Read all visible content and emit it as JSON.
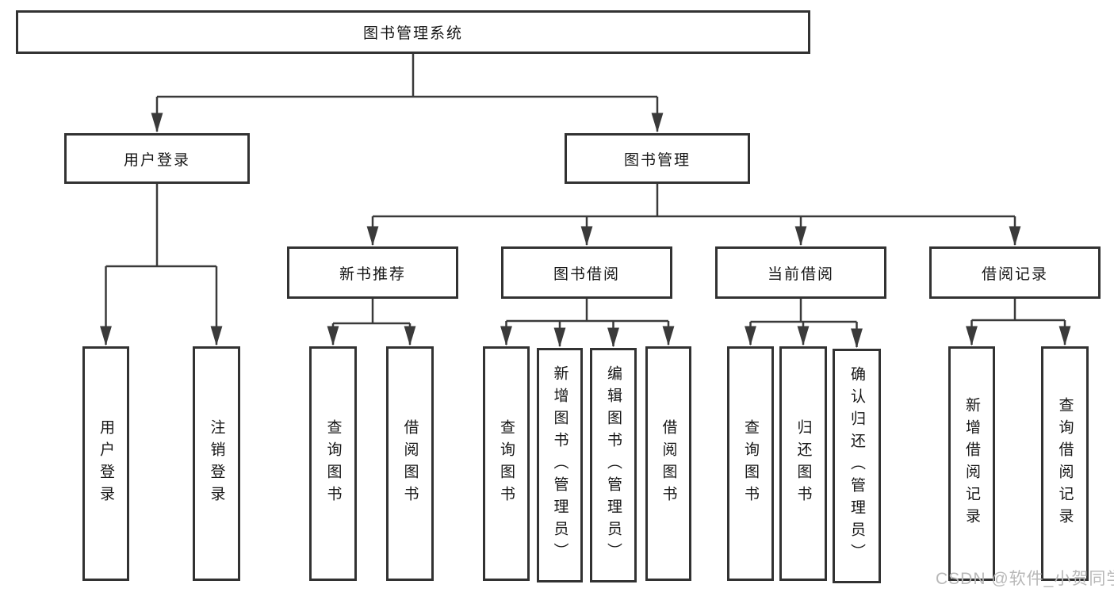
{
  "tree": {
    "root": "图书管理系统",
    "children": [
      {
        "label": "用户登录",
        "children": [
          {
            "label": "用户登录"
          },
          {
            "label": "注销登录"
          }
        ]
      },
      {
        "label": "图书管理",
        "children": [
          {
            "label": "新书推荐",
            "children": [
              {
                "label": "查询图书"
              },
              {
                "label": "借阅图书"
              }
            ]
          },
          {
            "label": "图书借阅",
            "children": [
              {
                "label": "查询图书"
              },
              {
                "label": "新增图书（管理员）"
              },
              {
                "label": "编辑图书（管理员）"
              },
              {
                "label": "借阅图书"
              }
            ]
          },
          {
            "label": "当前借阅",
            "children": [
              {
                "label": "查询图书"
              },
              {
                "label": "归还图书"
              },
              {
                "label": "确认归还（管理员）"
              }
            ]
          },
          {
            "label": "借阅记录",
            "children": [
              {
                "label": "新增借阅记录"
              },
              {
                "label": "查询借阅记录"
              }
            ]
          }
        ]
      }
    ]
  },
  "watermark": "CSDN @软件_小贺同学",
  "colors": {
    "line": "#3a3a3a",
    "box_border": "#323232",
    "text": "#161616",
    "watermark": "#b8b8b8",
    "background": "#ffffff"
  }
}
